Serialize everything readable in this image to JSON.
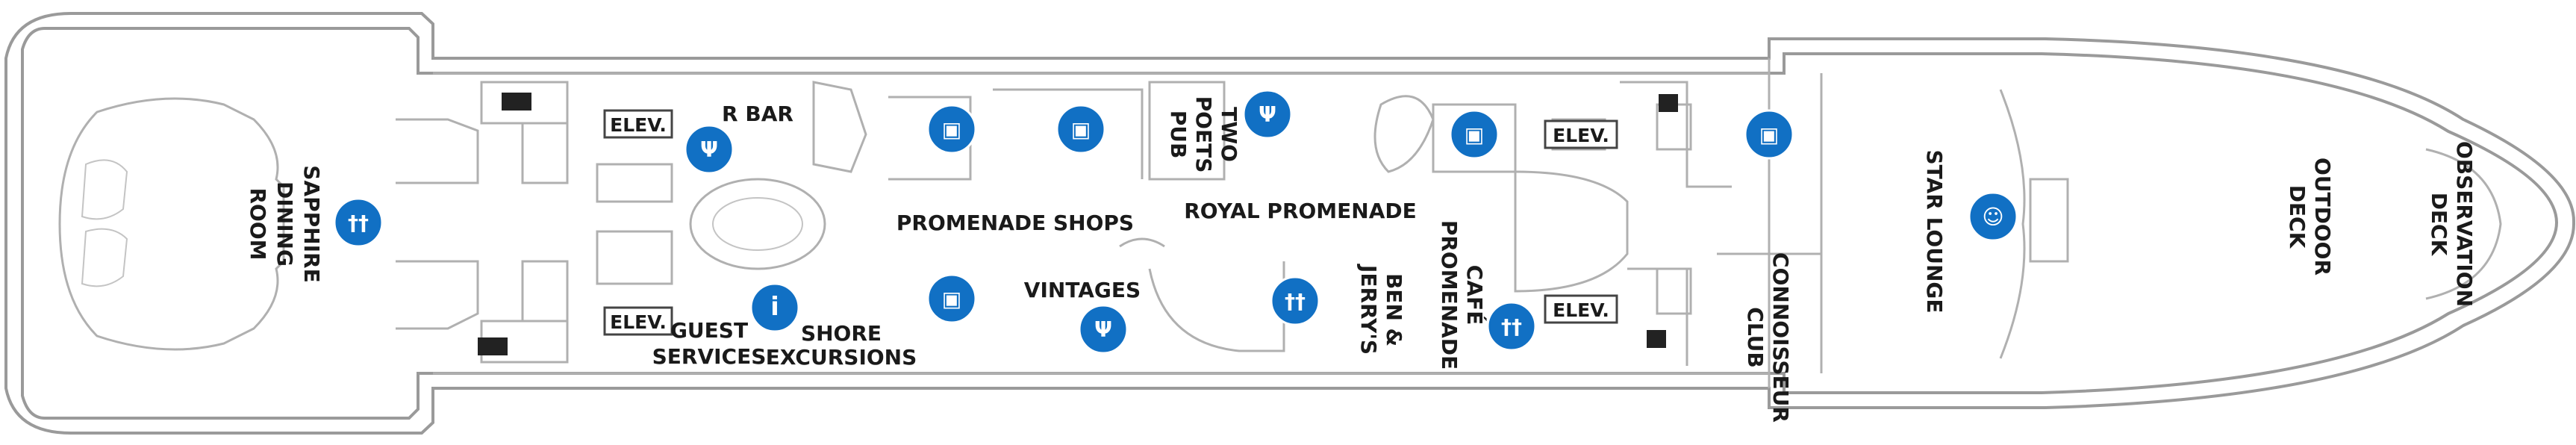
{
  "colors": {
    "icon_blue": "#1170c4",
    "hull": "#9a9a9a",
    "label": "#1a1a1a"
  },
  "labels": {
    "sapphire": [
      "SAPPHIRE",
      "DINING",
      "ROOM"
    ],
    "elev": "ELEV.",
    "r_bar": "R BAR",
    "two_poets": [
      "TWO",
      "POETS",
      "PUB"
    ],
    "promenade_shops": "PROMENADE SHOPS",
    "royal_promenade": "ROYAL PROMENADE",
    "vintages": "VINTAGES",
    "guest_services": [
      "GUEST",
      "SERVICES"
    ],
    "shore_excursions": [
      "SHORE",
      "EXCURSIONS"
    ],
    "ben_jerrys": [
      "BEN &",
      "JERRY'S"
    ],
    "cafe_promenade": [
      "CAFÉ",
      "PROMENADE"
    ],
    "connoisseur_club": [
      "CONNOISSEUR",
      "CLUB"
    ],
    "star_lounge": "STAR LOUNGE",
    "outdoor_deck": [
      "OUTDOOR",
      "DECK"
    ],
    "observation_deck": [
      "OBSERVATION",
      "DECK"
    ]
  },
  "icons": [
    {
      "name": "dining-icon",
      "type": "dining"
    },
    {
      "name": "bar-icon",
      "type": "bar"
    },
    {
      "name": "shop-icon",
      "type": "shop"
    },
    {
      "name": "shop-icon",
      "type": "shop"
    },
    {
      "name": "bar-icon",
      "type": "bar"
    },
    {
      "name": "shop-icon",
      "type": "shop"
    },
    {
      "name": "shop-icon",
      "type": "shop"
    },
    {
      "name": "info-icon",
      "type": "info"
    },
    {
      "name": "shop-icon",
      "type": "shop"
    },
    {
      "name": "bar-icon",
      "type": "bar"
    },
    {
      "name": "dining-icon",
      "type": "dining"
    },
    {
      "name": "dining-icon",
      "type": "dining"
    },
    {
      "name": "theater-icon",
      "type": "theater"
    }
  ]
}
